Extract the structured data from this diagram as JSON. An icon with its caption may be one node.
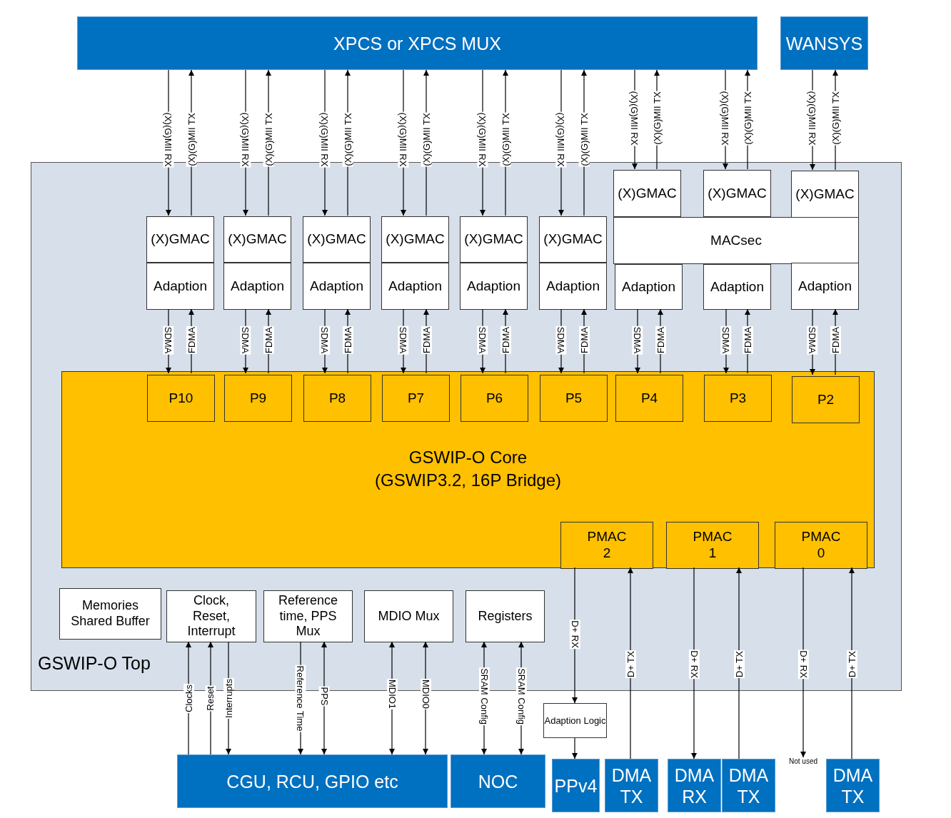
{
  "diagram": {
    "nodes": [
      {
        "text": [
          "XPCS or XPCS MUX"
        ]
      },
      {
        "text": [
          "WANSYS"
        ]
      },
      {
        "text": [
          "GSWIP-O Top"
        ]
      },
      {
        "text": [
          "(X)GMAC"
        ],
        "in": 2
      },
      {
        "text": [
          "(X)GMAC"
        ],
        "in": 2
      },
      {
        "text": [
          "(X)GMAC"
        ],
        "in": 2
      },
      {
        "text": [
          "(X)GMAC"
        ],
        "in": 2
      },
      {
        "text": [
          "(X)GMAC"
        ],
        "in": 2
      },
      {
        "text": [
          "(X)GMAC"
        ],
        "in": 2
      },
      {
        "text": [
          "(X)GMAC"
        ],
        "in": 2
      },
      {
        "text": [
          "(X)GMAC"
        ],
        "in": 2
      },
      {
        "text": [
          "(X)GMAC"
        ],
        "in": 2
      },
      {
        "text": [
          "MACsec"
        ],
        "in": 2
      },
      {
        "text": [
          "Adaption"
        ],
        "in": 2
      },
      {
        "text": [
          "Adaption"
        ],
        "in": 2
      },
      {
        "text": [
          "Adaption"
        ],
        "in": 2
      },
      {
        "text": [
          "Adaption"
        ],
        "in": 2
      },
      {
        "text": [
          "Adaption"
        ],
        "in": 2
      },
      {
        "text": [
          "Adaption"
        ],
        "in": 2
      },
      {
        "text": [
          "Adaption"
        ],
        "in": 2
      },
      {
        "text": [
          "Adaption"
        ],
        "in": 2
      },
      {
        "text": [
          "Adaption"
        ],
        "in": 2
      },
      {
        "text": [
          "GSWIP-O Core",
          "(GSWIP3.2, 16P Bridge)"
        ],
        "in": 2
      },
      {
        "text": [
          "P10"
        ],
        "in": 22
      },
      {
        "text": [
          "P9"
        ],
        "in": 22
      },
      {
        "text": [
          "P8"
        ],
        "in": 22
      },
      {
        "text": [
          "P7"
        ],
        "in": 22
      },
      {
        "text": [
          "P6"
        ],
        "in": 22
      },
      {
        "text": [
          "P5"
        ],
        "in": 22
      },
      {
        "text": [
          "P4"
        ],
        "in": 22
      },
      {
        "text": [
          "P3"
        ],
        "in": 22
      },
      {
        "text": [
          "P2"
        ],
        "in": 22
      },
      {
        "text": [
          "PMAC 2"
        ],
        "in": 22
      },
      {
        "text": [
          "PMAC 1"
        ],
        "in": 22
      },
      {
        "text": [
          "PMAC 0"
        ],
        "in": 22
      },
      {
        "text": [
          "Memories Shared Buffer"
        ],
        "in": 2
      },
      {
        "text": [
          "Clock, Reset, Interrupt"
        ],
        "in": 2
      },
      {
        "text": [
          "Reference time, PPS Mux"
        ],
        "in": 2
      },
      {
        "text": [
          "MDIO Mux"
        ],
        "in": 2
      },
      {
        "text": [
          "Registers"
        ],
        "in": 2
      },
      {
        "text": [
          "Adaption Logic"
        ]
      },
      {
        "text": [
          "CGU, RCU, GPIO etc"
        ]
      },
      {
        "text": [
          "NOC"
        ]
      },
      {
        "text": [
          "PPv4"
        ]
      },
      {
        "text": [
          "DMA TX"
        ]
      },
      {
        "text": [
          "DMA RX"
        ]
      },
      {
        "text": [
          "DMA TX"
        ]
      },
      {
        "text": [
          "Not used"
        ]
      },
      {
        "text": [
          "DMA TX"
        ]
      }
    ],
    "edges": [
      {
        "from": 0,
        "to": 3,
        "arrow": "to",
        "label": "(X)(G)MII RX"
      },
      {
        "from": 3,
        "to": 0,
        "arrow": "to",
        "label": "(X)(G)MII TX"
      },
      {
        "from": 0,
        "to": 4,
        "arrow": "to",
        "label": "(X)(G)MII RX"
      },
      {
        "from": 4,
        "to": 0,
        "arrow": "to",
        "label": "(X)(G)MII TX"
      },
      {
        "from": 0,
        "to": 5,
        "arrow": "to",
        "label": "(X)(G)MII RX"
      },
      {
        "from": 5,
        "to": 0,
        "arrow": "to",
        "label": "(X)(G)MII TX"
      },
      {
        "from": 0,
        "to": 6,
        "arrow": "to",
        "label": "(X)(G)MII RX"
      },
      {
        "from": 6,
        "to": 0,
        "arrow": "to",
        "label": "(X)(G)MII TX"
      },
      {
        "from": 0,
        "to": 7,
        "arrow": "to",
        "label": "(X)(G)MII RX"
      },
      {
        "from": 7,
        "to": 0,
        "arrow": "to",
        "label": "(X)(G)MII TX"
      },
      {
        "from": 0,
        "to": 8,
        "arrow": "to",
        "label": "(X)(G)MII RX"
      },
      {
        "from": 8,
        "to": 0,
        "arrow": "to",
        "label": "(X)(G)MII TX"
      },
      {
        "from": 0,
        "to": 9,
        "arrow": "to",
        "label": "(X)(G)MII RX"
      },
      {
        "from": 9,
        "to": 0,
        "arrow": "to",
        "label": "(X)(G)MII TX"
      },
      {
        "from": 0,
        "to": 10,
        "arrow": "to",
        "label": "(X)(G)MII RX"
      },
      {
        "from": 10,
        "to": 0,
        "arrow": "to",
        "label": "(X)(G)MII TX"
      },
      {
        "from": 1,
        "to": 11,
        "arrow": "to",
        "label": "(X)(G)MII RX"
      },
      {
        "from": 11,
        "to": 1,
        "arrow": "to",
        "label": "(X)(G)MII TX"
      },
      {
        "from": 13,
        "to": 23,
        "arrow": "to",
        "label": "SDMA"
      },
      {
        "from": 23,
        "to": 13,
        "arrow": "to",
        "label": "FDMA"
      },
      {
        "from": 14,
        "to": 24,
        "arrow": "to",
        "label": "SDMA"
      },
      {
        "from": 24,
        "to": 14,
        "arrow": "to",
        "label": "FDMA"
      },
      {
        "from": 15,
        "to": 25,
        "arrow": "to",
        "label": "SDMA"
      },
      {
        "from": 25,
        "to": 15,
        "arrow": "to",
        "label": "FDMA"
      },
      {
        "from": 16,
        "to": 26,
        "arrow": "to",
        "label": "SDMA"
      },
      {
        "from": 26,
        "to": 16,
        "arrow": "to",
        "label": "FDMA"
      },
      {
        "from": 17,
        "to": 27,
        "arrow": "to",
        "label": "SDMA"
      },
      {
        "from": 27,
        "to": 17,
        "arrow": "to",
        "label": "FDMA"
      },
      {
        "from": 18,
        "to": 28,
        "arrow": "to",
        "label": "SDMA"
      },
      {
        "from": 28,
        "to": 18,
        "arrow": "to",
        "label": "FDMA"
      },
      {
        "from": 19,
        "to": 29,
        "arrow": "to",
        "label": "SDMA"
      },
      {
        "from": 29,
        "to": 19,
        "arrow": "to",
        "label": "FDMA"
      },
      {
        "from": 20,
        "to": 30,
        "arrow": "to",
        "label": "SDMA"
      },
      {
        "from": 30,
        "to": 20,
        "arrow": "to",
        "label": "FDMA"
      },
      {
        "from": 21,
        "to": 31,
        "arrow": "to",
        "label": "SDMA"
      },
      {
        "from": 31,
        "to": 21,
        "arrow": "to",
        "label": "FDMA"
      },
      {
        "from": 41,
        "to": 36,
        "arrow": "to",
        "label": "Clocks"
      },
      {
        "from": 41,
        "to": 36,
        "arrow": "to",
        "label": "Reset"
      },
      {
        "from": 36,
        "to": 41,
        "arrow": "to",
        "label": "Interrupts"
      },
      {
        "from": 37,
        "to": 41,
        "arrow": "to",
        "label": "Reference Time"
      },
      {
        "from": 37,
        "to": 41,
        "arrow": "both",
        "label": "PPS"
      },
      {
        "from": 38,
        "to": 41,
        "arrow": "both",
        "label": "MDIO1"
      },
      {
        "from": 38,
        "to": 41,
        "arrow": "both",
        "label": "MDIO0"
      },
      {
        "from": 39,
        "to": 42,
        "arrow": "both",
        "label": "SRAM Config"
      },
      {
        "from": 39,
        "to": 42,
        "arrow": "both",
        "label": "SRAM Config"
      },
      {
        "from": 32,
        "to": 40,
        "arrow": "to",
        "label": "D+ RX"
      },
      {
        "from": 40,
        "to": 43,
        "arrow": "to"
      },
      {
        "from": 44,
        "to": 32,
        "arrow": "to",
        "label": "D+ TX"
      },
      {
        "from": 33,
        "to": 45,
        "arrow": "to",
        "label": "D+ RX"
      },
      {
        "from": 46,
        "to": 33,
        "arrow": "to",
        "label": "D+ TX"
      },
      {
        "from": 34,
        "to": 47,
        "arrow": "to",
        "label": "D+ RX"
      },
      {
        "from": 48,
        "to": 34,
        "arrow": "to",
        "label": "D+ TX"
      }
    ]
  }
}
